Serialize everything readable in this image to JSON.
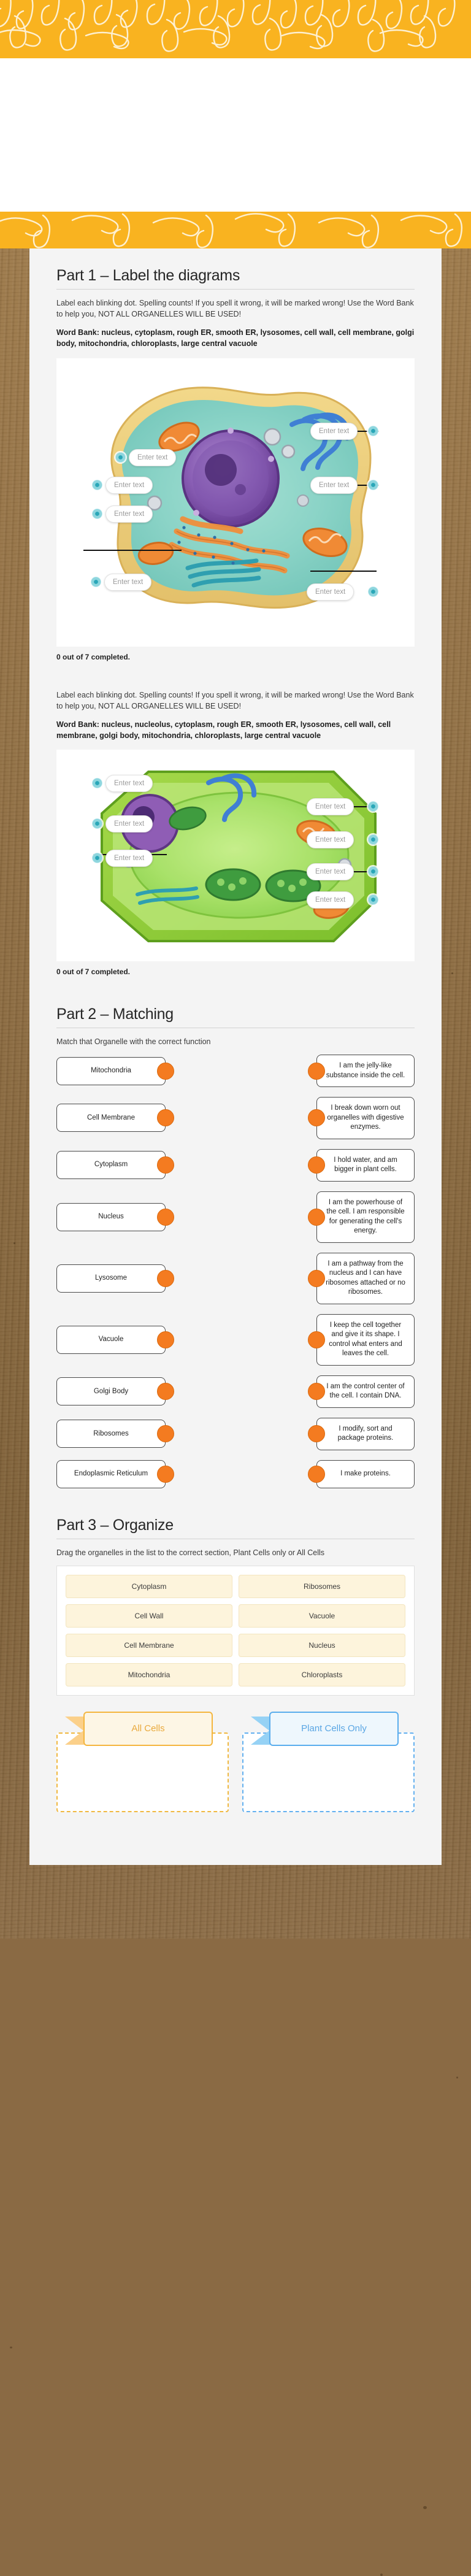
{
  "theme": {
    "band_color": "#f9b320",
    "accent_orange": "#f47b20",
    "accent_blue": "#5aaded",
    "hotspot_teal": "#2aa7b8",
    "wood_brown": "#8a6a44"
  },
  "part1": {
    "title": "Part 1 – Label the diagrams",
    "animal": {
      "instructions": "Label each blinking dot. Spelling counts! If you spell it wrong, it will be marked wrong! Use the Word Bank to help you, NOT ALL ORGANELLES WILL BE USED!",
      "word_bank": "Word Bank: nucleus, cytoplasm, rough ER, smooth ER, lysosomes, cell wall, cell membrane, golgi body, mitochondria, chloroplasts, large central vacuole",
      "progress": "0 out of 7 completed.",
      "input_placeholder": "Enter text",
      "labels": [
        {
          "placeholder": "Enter text"
        },
        {
          "placeholder": "Enter text"
        },
        {
          "placeholder": "Enter text"
        },
        {
          "placeholder": "Enter text"
        },
        {
          "placeholder": "Enter text"
        },
        {
          "placeholder": "Enter text"
        },
        {
          "placeholder": "Enter text"
        }
      ]
    },
    "plant": {
      "instructions": "Label each blinking dot. Spelling counts! If you spell it wrong, it will be marked wrong! Use the Word Bank to help you, NOT ALL ORGANELLES WILL BE USED!",
      "word_bank": "Word Bank: nucleus, nucleolus, cytoplasm, rough ER, smooth ER, lysosomes, cell wall, cell membrane, golgi body, mitochondria, chloroplasts, large central vacuole",
      "progress": "0 out of 7 completed.",
      "input_placeholder": "Enter text",
      "labels": [
        {
          "placeholder": "Enter text"
        },
        {
          "placeholder": "Enter text"
        },
        {
          "placeholder": "Enter text"
        },
        {
          "placeholder": "Enter text"
        },
        {
          "placeholder": "Enter text"
        },
        {
          "placeholder": "Enter text"
        },
        {
          "placeholder": "Enter text"
        }
      ]
    }
  },
  "part2": {
    "title": "Part 2 – Matching",
    "instructions": "Match that Organelle with the correct function",
    "pairs": [
      {
        "organelle": "Mitochondria",
        "definition": "I am the jelly-like substance inside the cell."
      },
      {
        "organelle": "Cell Membrane",
        "definition": "I break down worn out organelles with digestive enzymes."
      },
      {
        "organelle": "Cytoplasm",
        "definition": "I hold water, and am bigger in plant cells."
      },
      {
        "organelle": "Nucleus",
        "definition": "I am the powerhouse of the cell. I am responsible for generating the cell's energy."
      },
      {
        "organelle": "Lysosome",
        "definition": "I am a pathway from the nucleus and I can have ribosomes attached or no ribosomes."
      },
      {
        "organelle": "Vacuole",
        "definition": "I keep the cell together and give it its shape. I control what enters and leaves the cell."
      },
      {
        "organelle": "Golgi Body",
        "definition": "I am the control center of the cell. I contain DNA."
      },
      {
        "organelle": "Ribosomes",
        "definition": "I modify, sort and package proteins."
      },
      {
        "organelle": "Endoplasmic Reticulum",
        "definition": "I make proteins."
      }
    ]
  },
  "part3": {
    "title": "Part 3 – Organize",
    "instructions": "Drag the organelles in the list to the correct section, Plant Cells only or All Cells",
    "pool": [
      "Cytoplasm",
      "Ribosomes",
      "Cell Wall",
      "Vacuole",
      "Cell Membrane",
      "Nucleus",
      "Mitochondria",
      "Chloroplasts"
    ],
    "zones": [
      {
        "label": "All Cells"
      },
      {
        "label": "Plant Cells Only"
      }
    ]
  }
}
